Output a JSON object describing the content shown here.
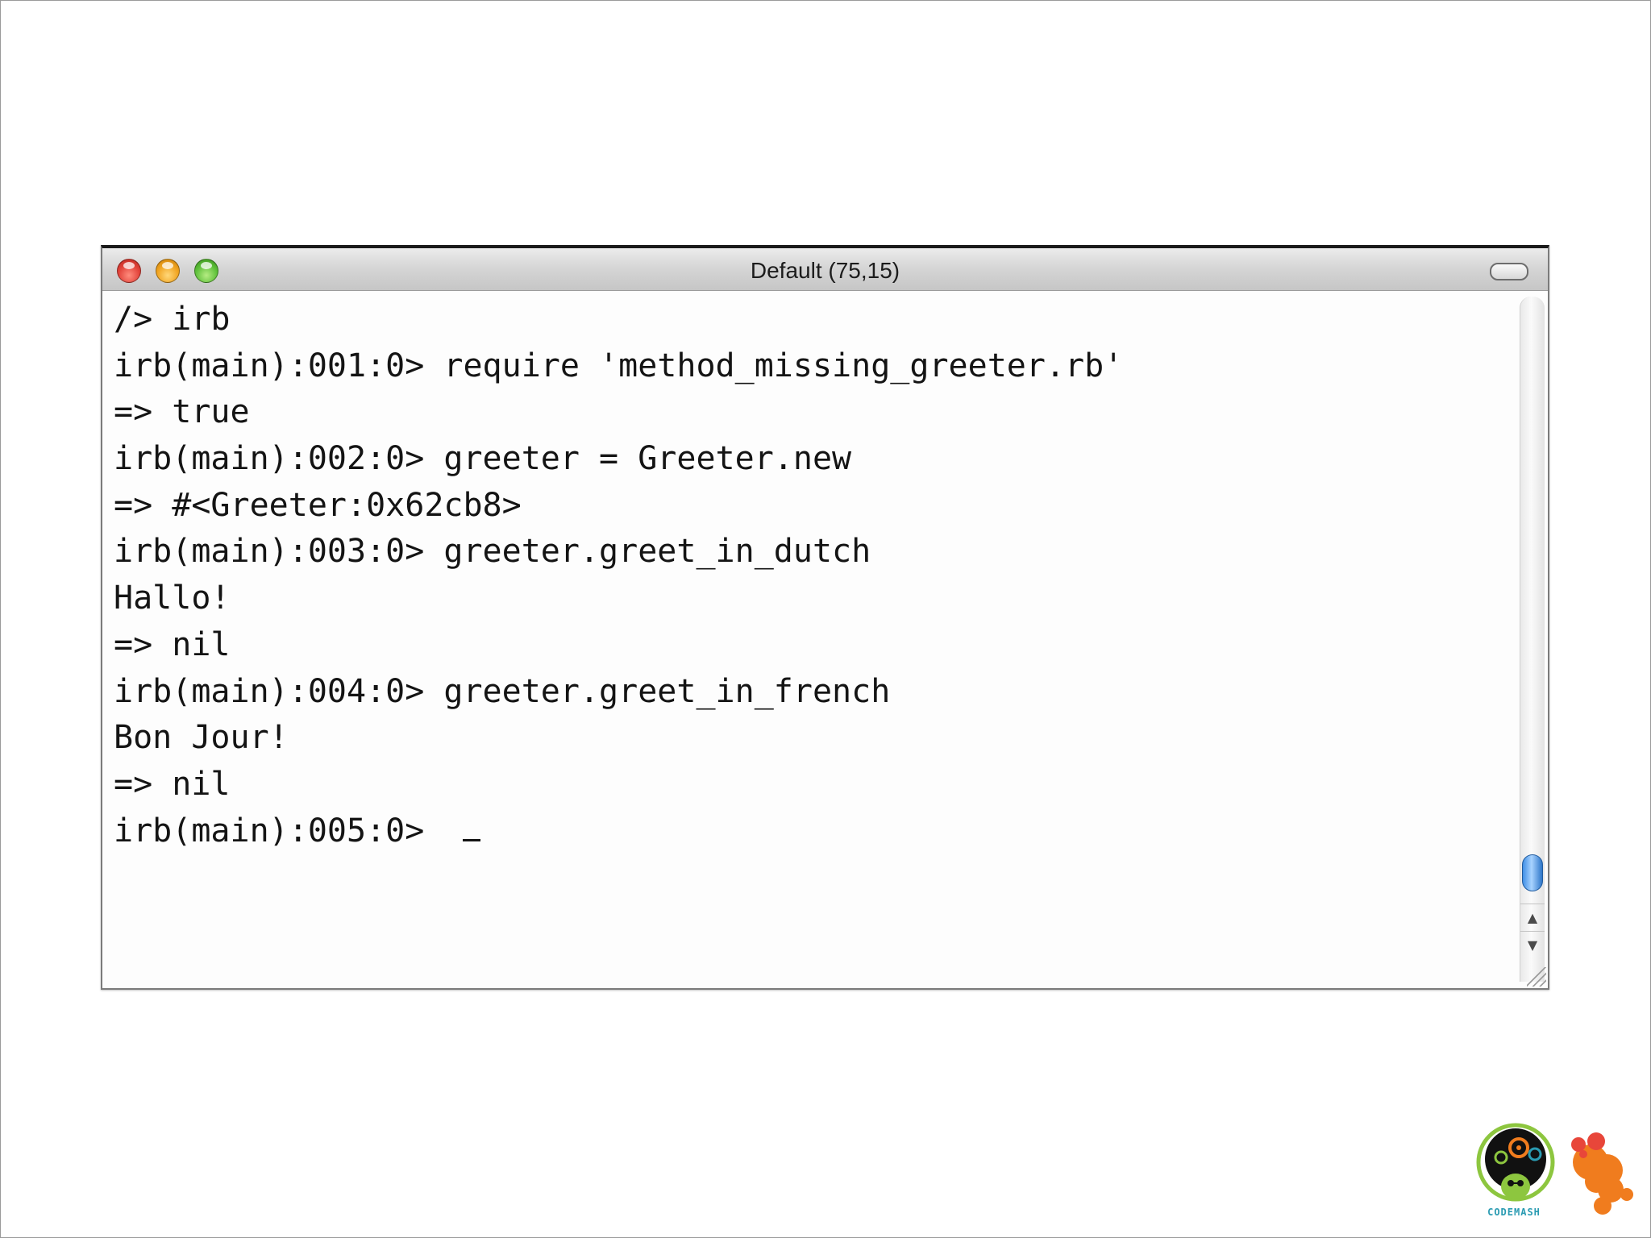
{
  "window": {
    "title": "Default (75,15)"
  },
  "terminal": {
    "lines": [
      "/> irb",
      "irb(main):001:0> require 'method_missing_greeter.rb'",
      "=> true",
      "irb(main):002:0> greeter = Greeter.new",
      "=> #<Greeter:0x62cb8>",
      "irb(main):003:0> greeter.greet_in_dutch",
      "Hallo!",
      "=> nil",
      "irb(main):004:0> greeter.greet_in_french",
      "Bon Jour!",
      "=> nil",
      "irb(main):005:0> "
    ]
  },
  "logo": {
    "text": "CODEMASH"
  },
  "colors": {
    "close": "#e2433a",
    "minimize": "#f0a31f",
    "zoom": "#5ec03a",
    "scroll_thumb": "#3f8fe6",
    "logo_orange": "#f07c1e",
    "logo_red": "#e8463a",
    "logo_green": "#8dc63f"
  },
  "icons": {
    "close": "close-button",
    "minimize": "minimize-button",
    "zoom": "zoom-button",
    "toolbar": "toolbar-toggle-pill",
    "scroll_up": "up-arrow-icon",
    "scroll_down": "down-arrow-icon",
    "resize": "resize-grip-icon"
  }
}
